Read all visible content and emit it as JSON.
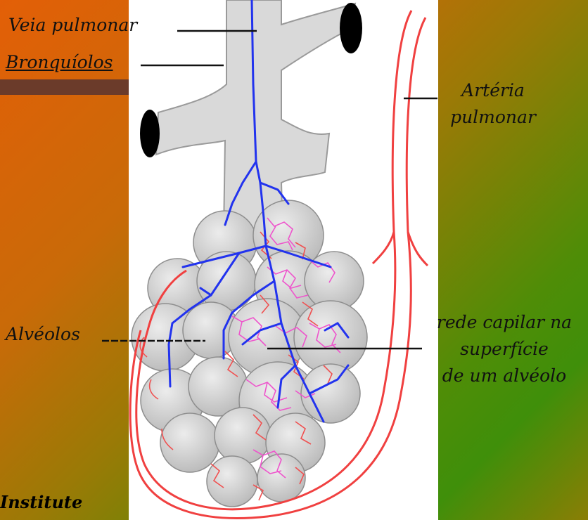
{
  "labels": {
    "veia_pulmonar": "Veia pulmonar",
    "bronquiolos": "Bronquíolos",
    "arteria_line1": "Artéria",
    "arteria_line2": "pulmonar",
    "alveolos": "Alvéolos",
    "rede_line1": "rede capilar na",
    "rede_line2": "superfície",
    "rede_line3": "de um alvéolo",
    "institute": "Institute"
  },
  "colors": {
    "bronchiole": "#dcdcdc",
    "vein": "#2233ee",
    "artery": "#f05050",
    "capillary_pink": "#ee55cc"
  }
}
